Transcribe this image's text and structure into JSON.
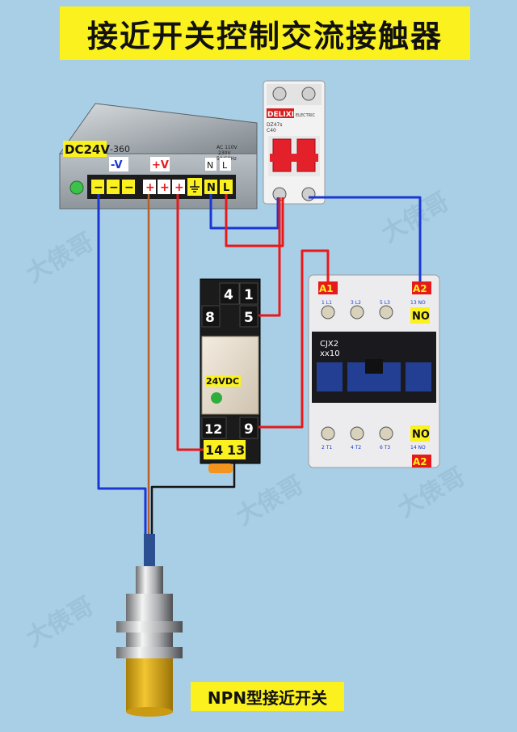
{
  "title": "接近开关控制交流接触器",
  "caption": "NPN型接近开关",
  "watermark": "大俵哥",
  "power_supply": {
    "label": "DC24V",
    "model_fragment": "-360",
    "neg_label": "-V",
    "pos_label": "+V",
    "neg_terminal": "−",
    "pos_terminal": "+",
    "n_label": "N",
    "l_label": "L",
    "spec_lines": [
      "AC 110V",
      "230V",
      "50/60Hz"
    ]
  },
  "breaker": {
    "brand": "DELIXI",
    "sub": "ELECTRIC",
    "model": "DZ47s",
    "rating": "C40"
  },
  "relay": {
    "base_top_left": "4",
    "base_top_right": "1",
    "base_row2_left": "8",
    "base_row2_right": "5",
    "base_row3_left": "12",
    "base_row3_right": "9",
    "base_row4_left": "14",
    "base_row4_right": "13",
    "coil_voltage": "24VDC"
  },
  "contactor": {
    "a1": "A1",
    "a2": "A2",
    "no": "NO",
    "model": "CJX2",
    "model_sub": "xx10",
    "top_terms": [
      "1 L1",
      "3 L2",
      "5 L3",
      "13 NO"
    ],
    "bottom_terms": [
      "2 T1",
      "4 T2",
      "6 T3",
      "14 NO"
    ]
  },
  "colors": {
    "background": "#a9cfe6",
    "banner": "#fbf11f",
    "wire_red": "#e8191a",
    "wire_blue": "#1a37d6",
    "wire_brown": "#b8602a",
    "wire_black": "#151515"
  }
}
